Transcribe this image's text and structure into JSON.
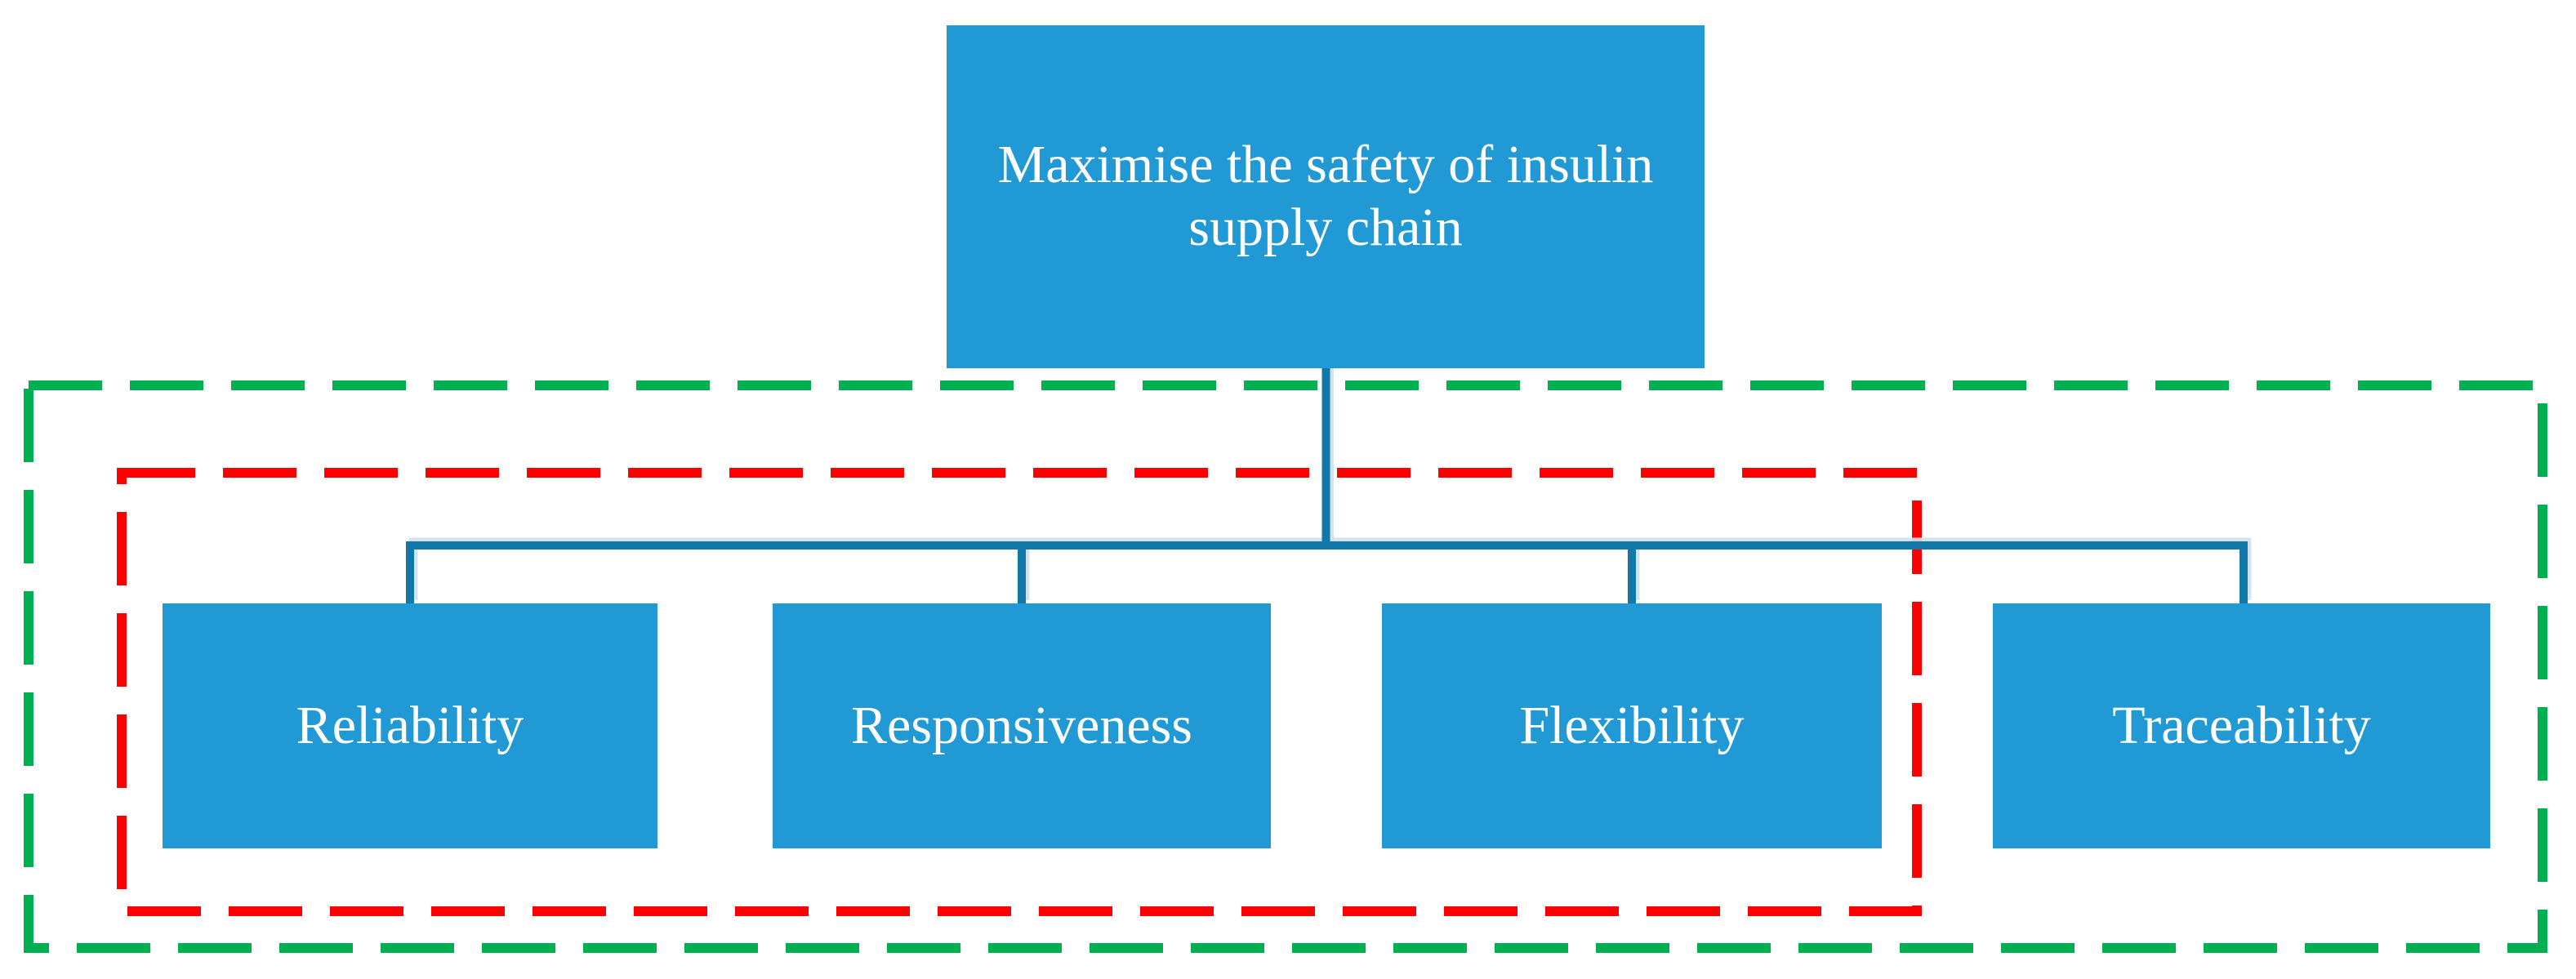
{
  "diagram": {
    "root": {
      "label": "Maximise the safety of insulin supply chain"
    },
    "children": [
      {
        "label": "Reliability"
      },
      {
        "label": "Responsiveness"
      },
      {
        "label": "Flexibility"
      },
      {
        "label": "Traceability"
      }
    ],
    "groups": {
      "red_dashed_group": {
        "members": [
          "Reliability",
          "Responsiveness",
          "Flexibility"
        ]
      },
      "green_dashed_group": {
        "members": [
          "Reliability",
          "Responsiveness",
          "Flexibility",
          "Traceability"
        ]
      }
    },
    "colors": {
      "background": "#ffffff",
      "box_fill": "#2199d5",
      "box_text": "#ffffff",
      "connector": "#1278a8",
      "connector_halo": "#cfe1ed",
      "green_outline": "#00b050",
      "red_outline": "#ff0000"
    }
  }
}
